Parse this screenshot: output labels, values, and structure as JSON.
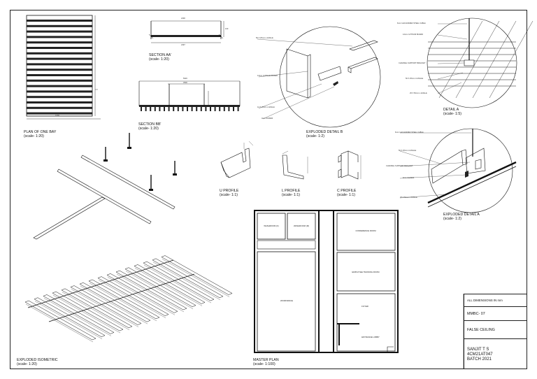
{
  "views": {
    "plan_bay": {
      "title": "PLAN OF ONE BAY",
      "scale": "(scale- 1:20)"
    },
    "section_aa": {
      "title": "SECTION AA'",
      "scale": "(scale- 1:20)"
    },
    "section_bb": {
      "title": "SECTION BB'",
      "scale": "(scale- 1:20)"
    },
    "exploded_b": {
      "title": "EXPLODED DETAIL B",
      "scale": "(scale- 1:2)"
    },
    "detail_a": {
      "title": "DETAIL A",
      "scale": "(scale- 1:5)"
    },
    "exploded_a": {
      "title": "EXPLODED DETAIL A",
      "scale": "(scale- 1:2)"
    },
    "u_profile": {
      "title": "U PROFILE",
      "scale": "(scale- 1:1)"
    },
    "l_profile": {
      "title": "L PROFILE",
      "scale": "(scale- 1:1)"
    },
    "c_profile": {
      "title": "C PROFILE",
      "scale": "(scale- 1:1)"
    },
    "iso": {
      "title": "EXPLODED ISOMETRIC",
      "scale": "(scale- 1:20)"
    },
    "master": {
      "title": "MASTER PLAN",
      "scale": "(scale- 1:100)"
    }
  },
  "callouts": {
    "b_angle": "50 X 25mm L ANGLE",
    "b_gypsum": "12mm GYPSUM BOARD",
    "b_lpick": "12 X 25mm L ANGLE",
    "b_screw": "4mm SCREW",
    "a_cable": "6mm GALVANIZED STEEL CABLE",
    "a_gypsum": "12mm GYPSUM BOARD",
    "a_bracket": "CHANNEL SUPPORT BRACKET",
    "a_uangle": "50 X 25mm U ANGLE",
    "a_langle": "25 X 50mm L ANGLE",
    "ea_cable": "6mm GALVANIZED STEEL CABLE",
    "ea_uangle": "50 X 25mm U ANGLE",
    "ea_bracket": "CHANNEL SUPPORT BRACKET",
    "ea_screw": "4mm SCREW",
    "ea_langle": "25 X 50mm L ANGLE"
  },
  "dims": {
    "plan_width": "1000",
    "aa_top": "2400",
    "aa_bottom": "2397",
    "aa_side": "100",
    "bb_top": "5020",
    "bb_mid": "3500"
  },
  "rooms": {
    "washroom_f": "WASHROOM (F)",
    "washroom_m": "WASHROOM (M)",
    "conference": "CONFERENCE ROOM",
    "employee_training": "EMPLOYEE TRAINING ROOM",
    "workspace": "WORKSPACE",
    "foyer": "FOYER",
    "entrance_lobby": "ENTRANCE LOBBY"
  },
  "title_block": {
    "dimensions_note": "ALL DIMENSIONS IN mm",
    "sheet_code": "MMBC- 07",
    "sheet_title": "FALSE CEILING",
    "name": "SANJIT T S",
    "roll": "4CM21AT047",
    "batch": "BATCH 2021"
  }
}
